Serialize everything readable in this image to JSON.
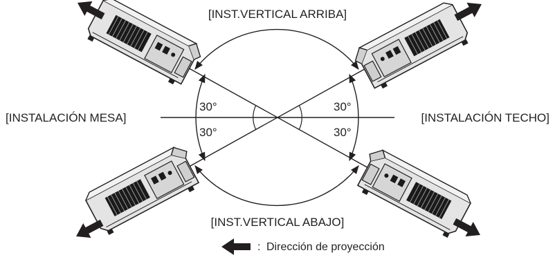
{
  "labels": {
    "top": "[INST.VERTICAL ARRIBA]",
    "bottom": "[INST.VERTICAL ABAJO]",
    "left": "[INSTALACIÓN MESA]",
    "right": "[INSTALACIÓN TECHO]"
  },
  "angles": {
    "upper_left": "30°",
    "lower_left": "30°",
    "upper_right": "30°",
    "lower_right": "30°"
  },
  "legend": {
    "separator": ":",
    "text": "Dirección de proyección"
  },
  "colors": {
    "line": "#231f20",
    "projector_body": "#e6e6e6",
    "projector_dark": "#1a1a1a",
    "arrow": "#231f20"
  }
}
